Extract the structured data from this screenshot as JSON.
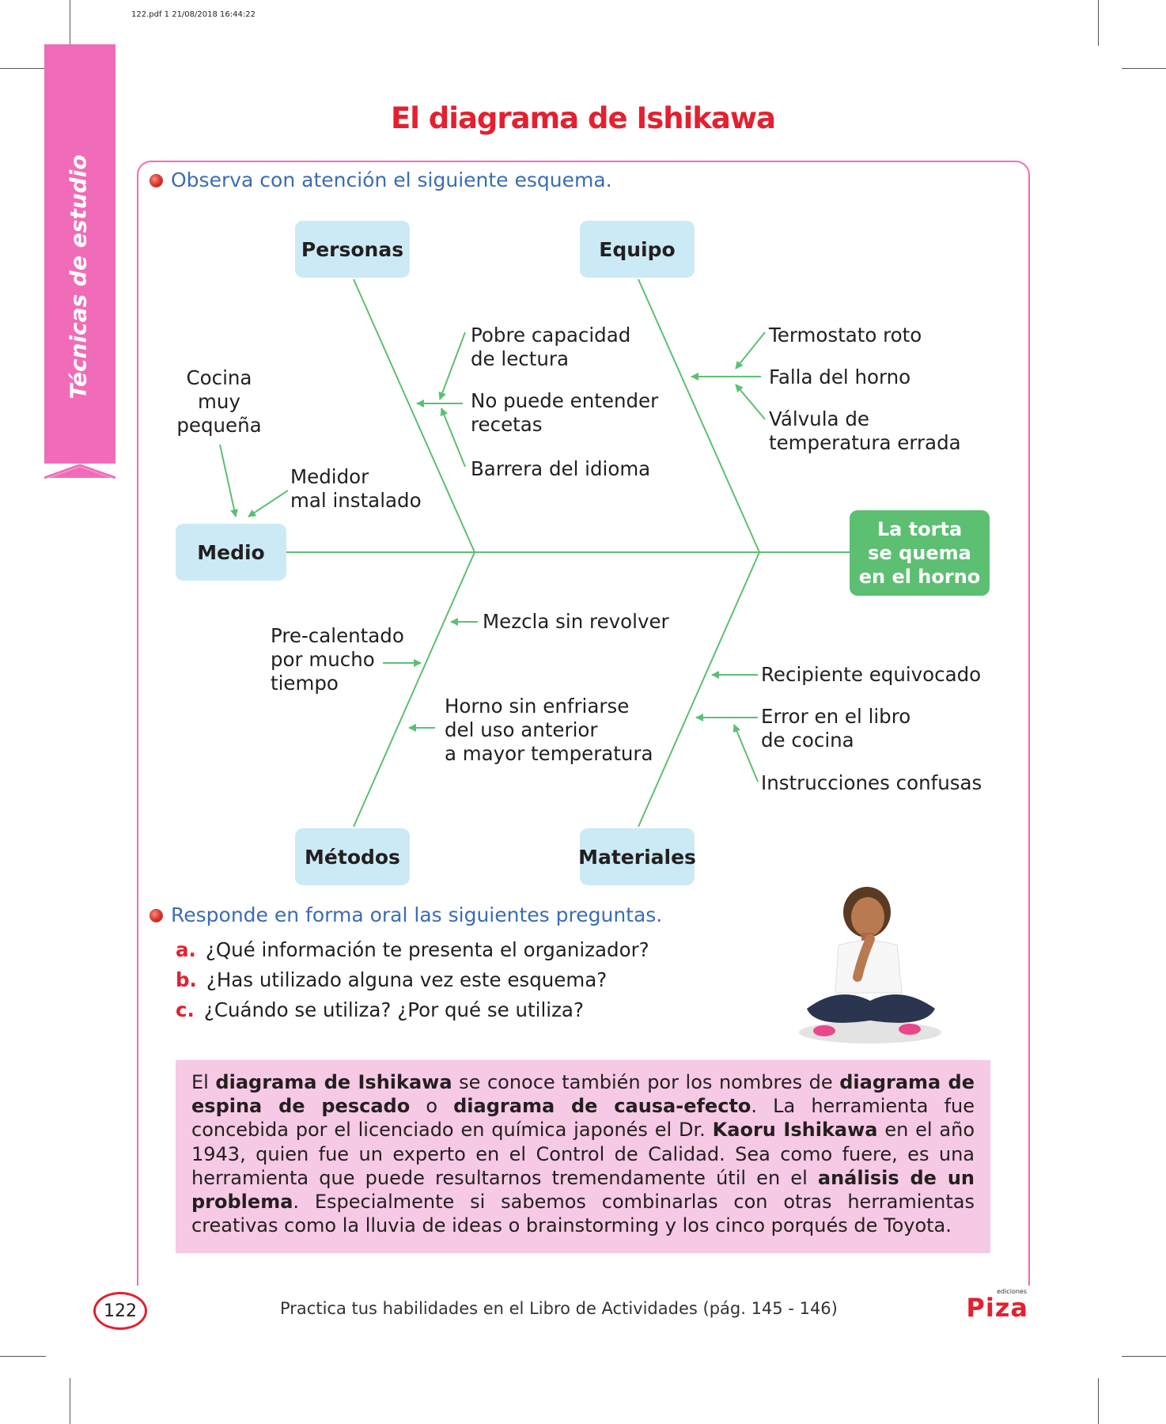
{
  "print_info": "122.pdf  1  21/08/2018  16:44:22",
  "side_tab": "Técnicas de estudio",
  "title": "El diagrama de Ishikawa",
  "instruction1": "Observa con atención el siguiente esquema.",
  "diagram": {
    "categories": {
      "personas": "Personas",
      "equipo": "Equipo",
      "medio": "Medio",
      "metodos": "Métodos",
      "materiales": "Materiales"
    },
    "effect": "La torta\nse quema\nen el horno",
    "causes": {
      "pobre_capacidad": "Pobre capacidad\nde lectura",
      "no_puede": "No puede entender\nrecetas",
      "barrera": "Barrera del idioma",
      "termostato": "Termostato roto",
      "falla": "Falla del horno",
      "valvula": "Válvula de\ntemperatura errada",
      "cocina": "Cocina\nmuy\npequeña",
      "medidor": "Medidor\nmal instalado",
      "mezcla": "Mezcla sin revolver",
      "precalentado": "Pre-calentado\npor mucho\ntiempo",
      "horno": "Horno sin enfriarse\ndel uso anterior\na mayor temperatura",
      "recipiente": "Recipiente equivocado",
      "error": "Error en el libro\nde cocina",
      "instrucciones": "Instrucciones confusas"
    }
  },
  "instruction2": "Responde en forma oral las siguientes preguntas.",
  "questions": [
    {
      "letter": "a.",
      "text": "¿Qué información te presenta el organizador?"
    },
    {
      "letter": "b.",
      "text": "¿Has utilizado alguna vez este esquema?"
    },
    {
      "letter": "c.",
      "text": "¿Cuándo se utiliza? ¿Por qué se utiliza?"
    }
  ],
  "info": {
    "t1": "El ",
    "b1": "diagrama de Ishikawa",
    "t2": " se conoce también por los nombres de ",
    "b2": "diagrama de espina de pescado",
    "t3": " o ",
    "b3": "diagrama de causa-efecto",
    "t4": ". La herramienta fue concebida por el licenciado en química japonés el Dr. ",
    "b4": "Kaoru Ishikawa",
    "t5": " en el año 1943, quien fue un experto en el Control de Calidad. Sea como fuere, es una herramienta que puede resultarnos tremendamente útil en el ",
    "b5": "análisis de un problema",
    "t6": ". Especialmente si sabemos combinarlas con otras herramientas creativas como la lluvia de ideas o brainstorming y los cinco porqués de Toyota."
  },
  "page_number": "122",
  "footer": "Practica tus habilidades en el Libro de Actividades (pág. 145 - 146)",
  "logo": {
    "small": "ediciones",
    "main": "Piza"
  },
  "colors": {
    "pink": "#f06cb8",
    "red": "#e4202f",
    "green": "#5cbf72",
    "light_blue": "#cbeaf5",
    "blue_text": "#3b6cb4",
    "box_pink": "#f6c9e4"
  }
}
